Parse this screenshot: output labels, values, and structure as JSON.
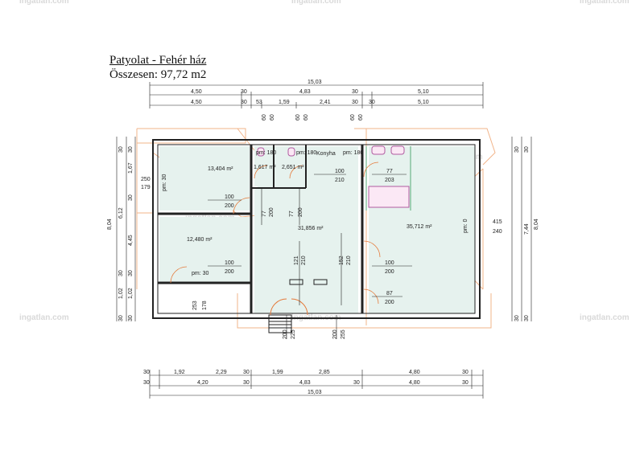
{
  "title": "Patyolat - Fehér ház",
  "total_area": "Összesen: 97,72 m2",
  "watermark": "ingatlan.com",
  "rooms": [
    {
      "area": "13,404 m²"
    },
    {
      "area": "1,617 m²"
    },
    {
      "area": "2,651 m²"
    },
    {
      "area": "12,480 m²"
    },
    {
      "area": "31,856 m²"
    },
    {
      "area": "35,712 m²"
    }
  ],
  "room_labels": {
    "kitchen": "Konyha"
  },
  "room_notes": [
    "pm: 30",
    "pm: 180",
    "pm: 180",
    "pm: 180",
    "pm: 30",
    "pm: 0"
  ],
  "top_dims": {
    "total": "15,03",
    "row1": [
      "4,50",
      "30",
      "4,83",
      "30",
      "5,10"
    ],
    "row2": [
      "4,50",
      "30",
      "53",
      "1,59",
      "2,41",
      "30",
      "30",
      "5,10"
    ]
  },
  "bottom_dims": {
    "row1": [
      "30",
      "1,92",
      "2,29",
      "30",
      "1,99",
      "2,85",
      "4,80",
      "30"
    ],
    "row2": [
      "30",
      "4,20",
      "30",
      "4,83",
      "30",
      "4,80",
      "30"
    ],
    "total": "15,03"
  },
  "left_dims": {
    "outer": "8,04",
    "mid": [
      "30",
      "6,12",
      "30",
      "1,02",
      "30"
    ],
    "inner": [
      "30",
      "1,67",
      "30",
      "4,45",
      "30",
      "1,02",
      "30"
    ]
  },
  "right_dims": {
    "outer": "8,04",
    "mid": [
      "30",
      "7,44",
      "30"
    ],
    "inner": [
      "30",
      "30"
    ]
  },
  "openings": [
    {
      "w": "100",
      "h": "200"
    },
    {
      "w": "100",
      "h": "200"
    },
    {
      "w": "100",
      "h": "210"
    },
    {
      "w": "77",
      "h": "203"
    },
    {
      "w": "77",
      "h": "200"
    },
    {
      "w": "77",
      "h": "200"
    },
    {
      "w": "100",
      "h": "200"
    },
    {
      "w": "87",
      "h": "200"
    },
    {
      "w": "121",
      "h": "210"
    },
    {
      "w": "152",
      "h": "210"
    },
    {
      "w": "200",
      "h": "225"
    },
    {
      "w": "200",
      "h": "255"
    }
  ],
  "small_labels": [
    "60",
    "60",
    "60",
    "60",
    "60",
    "60",
    "250",
    "179",
    "253",
    "178",
    "415",
    "240"
  ]
}
